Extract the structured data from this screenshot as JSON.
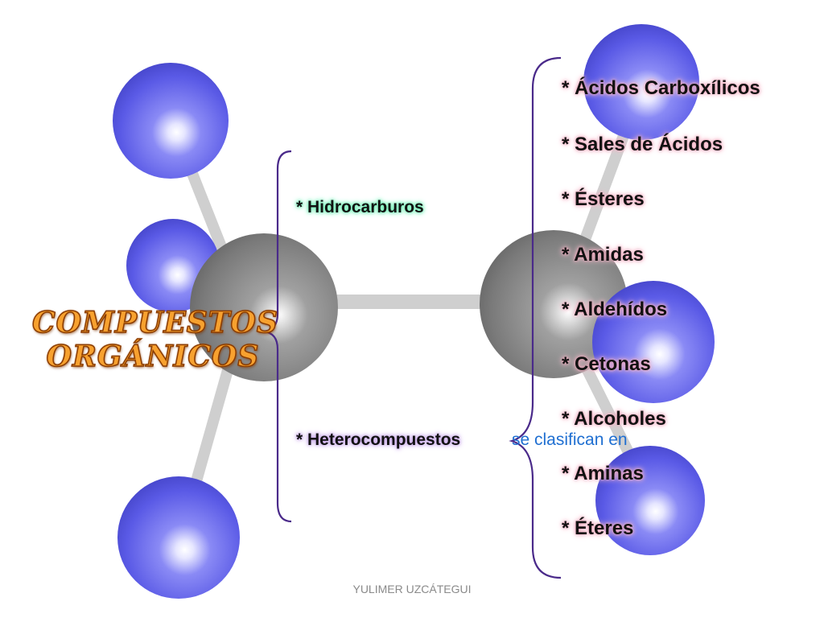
{
  "title": {
    "line1": "COMPUESTOS",
    "line2": "ORGÁNICOS"
  },
  "categories": {
    "hidrocarburos": "* Hidrocarburos",
    "heterocompuestos": "* Heterocompuestos"
  },
  "connector": "se clasifican en",
  "subtypes": [
    "* Ácidos  Carboxílicos",
    "* Sales de Ácidos",
    "* Ésteres",
    "* Amidas",
    "* Aldehídos",
    "* Cetonas",
    "* Alcoholes",
    "* Aminas",
    "* Éteres"
  ],
  "footer": "YULIMER UZCÁTEGUI",
  "colors": {
    "atom_blue": "#6f6ff0",
    "atom_gray": "#8c8c8c",
    "bond": "#cfcfcf",
    "brace": "#4a2a8a",
    "title": "#f7a12f",
    "connector_text": "#1f6fd1"
  }
}
